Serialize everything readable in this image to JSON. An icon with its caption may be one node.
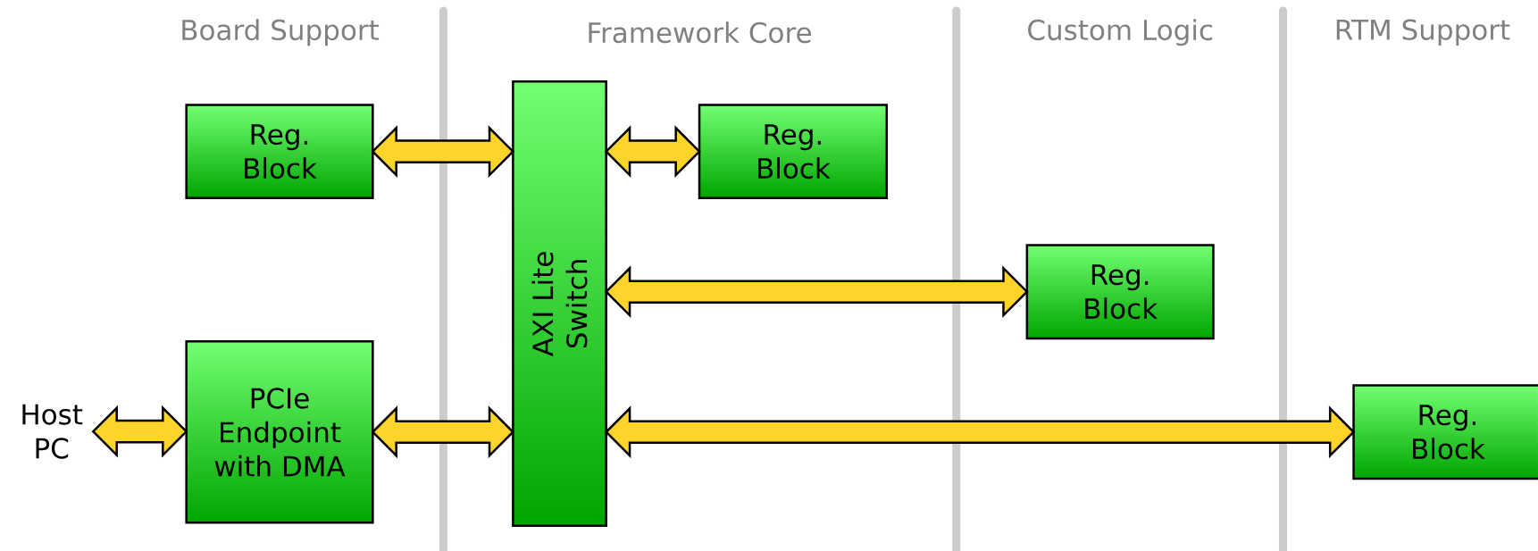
{
  "diagram": {
    "nodes": [
      {
        "text": [
          "Reg. Block"
        ]
      },
      {
        "text": [
          "PCIe Endpoint with DMA"
        ]
      },
      {
        "text": [
          "AXI Lite Switch"
        ]
      },
      {
        "text": [
          "Reg. Block"
        ]
      },
      {
        "text": [
          "Reg. Block"
        ]
      },
      {
        "text": [
          "Reg. Block"
        ]
      },
      {
        "text": [
          "Host PC"
        ]
      }
    ],
    "edges": [
      {
        "from": 6,
        "to": 1,
        "arrow": "both"
      },
      {
        "from": 0,
        "to": 2,
        "arrow": "both"
      },
      {
        "from": 1,
        "to": 2,
        "arrow": "both"
      },
      {
        "from": 2,
        "to": 3,
        "arrow": "both"
      },
      {
        "from": 2,
        "to": 4,
        "arrow": "both"
      },
      {
        "from": 2,
        "to": 5,
        "arrow": "both"
      }
    ],
    "labels": [
      "Board Support",
      "Framework Core",
      "Custom Logic",
      "RTM Support"
    ]
  }
}
